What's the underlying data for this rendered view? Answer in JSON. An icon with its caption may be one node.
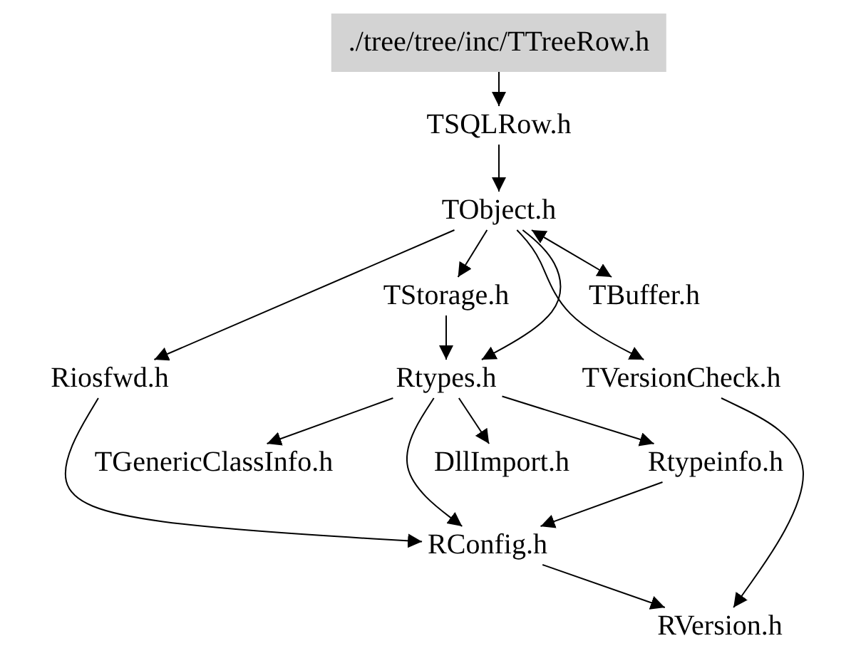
{
  "diagram": {
    "nodes": [
      {
        "text": [
          "./tree/tree/inc/TTreeRow.h"
        ]
      },
      {
        "text": [
          "TSQLRow.h"
        ]
      },
      {
        "text": [
          "TObject.h"
        ]
      },
      {
        "text": [
          "TStorage.h"
        ]
      },
      {
        "text": [
          "TBuffer.h"
        ]
      },
      {
        "text": [
          "Riosfwd.h"
        ]
      },
      {
        "text": [
          "Rtypes.h"
        ]
      },
      {
        "text": [
          "TVersionCheck.h"
        ]
      },
      {
        "text": [
          "TGenericClassInfo.h"
        ]
      },
      {
        "text": [
          "DllImport.h"
        ]
      },
      {
        "text": [
          "Rtypeinfo.h"
        ]
      },
      {
        "text": [
          "RConfig.h"
        ]
      },
      {
        "text": [
          "RVersion.h"
        ]
      }
    ],
    "edges": [
      {
        "from": 0,
        "to": 1,
        "arrow": "to"
      },
      {
        "from": 1,
        "to": 2,
        "arrow": "to"
      },
      {
        "from": 2,
        "to": 5,
        "arrow": "to"
      },
      {
        "from": 2,
        "to": 3,
        "arrow": "to"
      },
      {
        "from": 2,
        "to": 4,
        "arrow": "both"
      },
      {
        "from": 2,
        "to": 6,
        "arrow": "to"
      },
      {
        "from": 2,
        "to": 7,
        "arrow": "to"
      },
      {
        "from": 3,
        "to": 6,
        "arrow": "to"
      },
      {
        "from": 6,
        "to": 8,
        "arrow": "to"
      },
      {
        "from": 6,
        "to": 9,
        "arrow": "to"
      },
      {
        "from": 6,
        "to": 10,
        "arrow": "to"
      },
      {
        "from": 6,
        "to": 11,
        "arrow": "to"
      },
      {
        "from": 5,
        "to": 11,
        "arrow": "to"
      },
      {
        "from": 10,
        "to": 11,
        "arrow": "to"
      },
      {
        "from": 11,
        "to": 12,
        "arrow": "to"
      },
      {
        "from": 7,
        "to": 12,
        "arrow": "to"
      }
    ]
  }
}
